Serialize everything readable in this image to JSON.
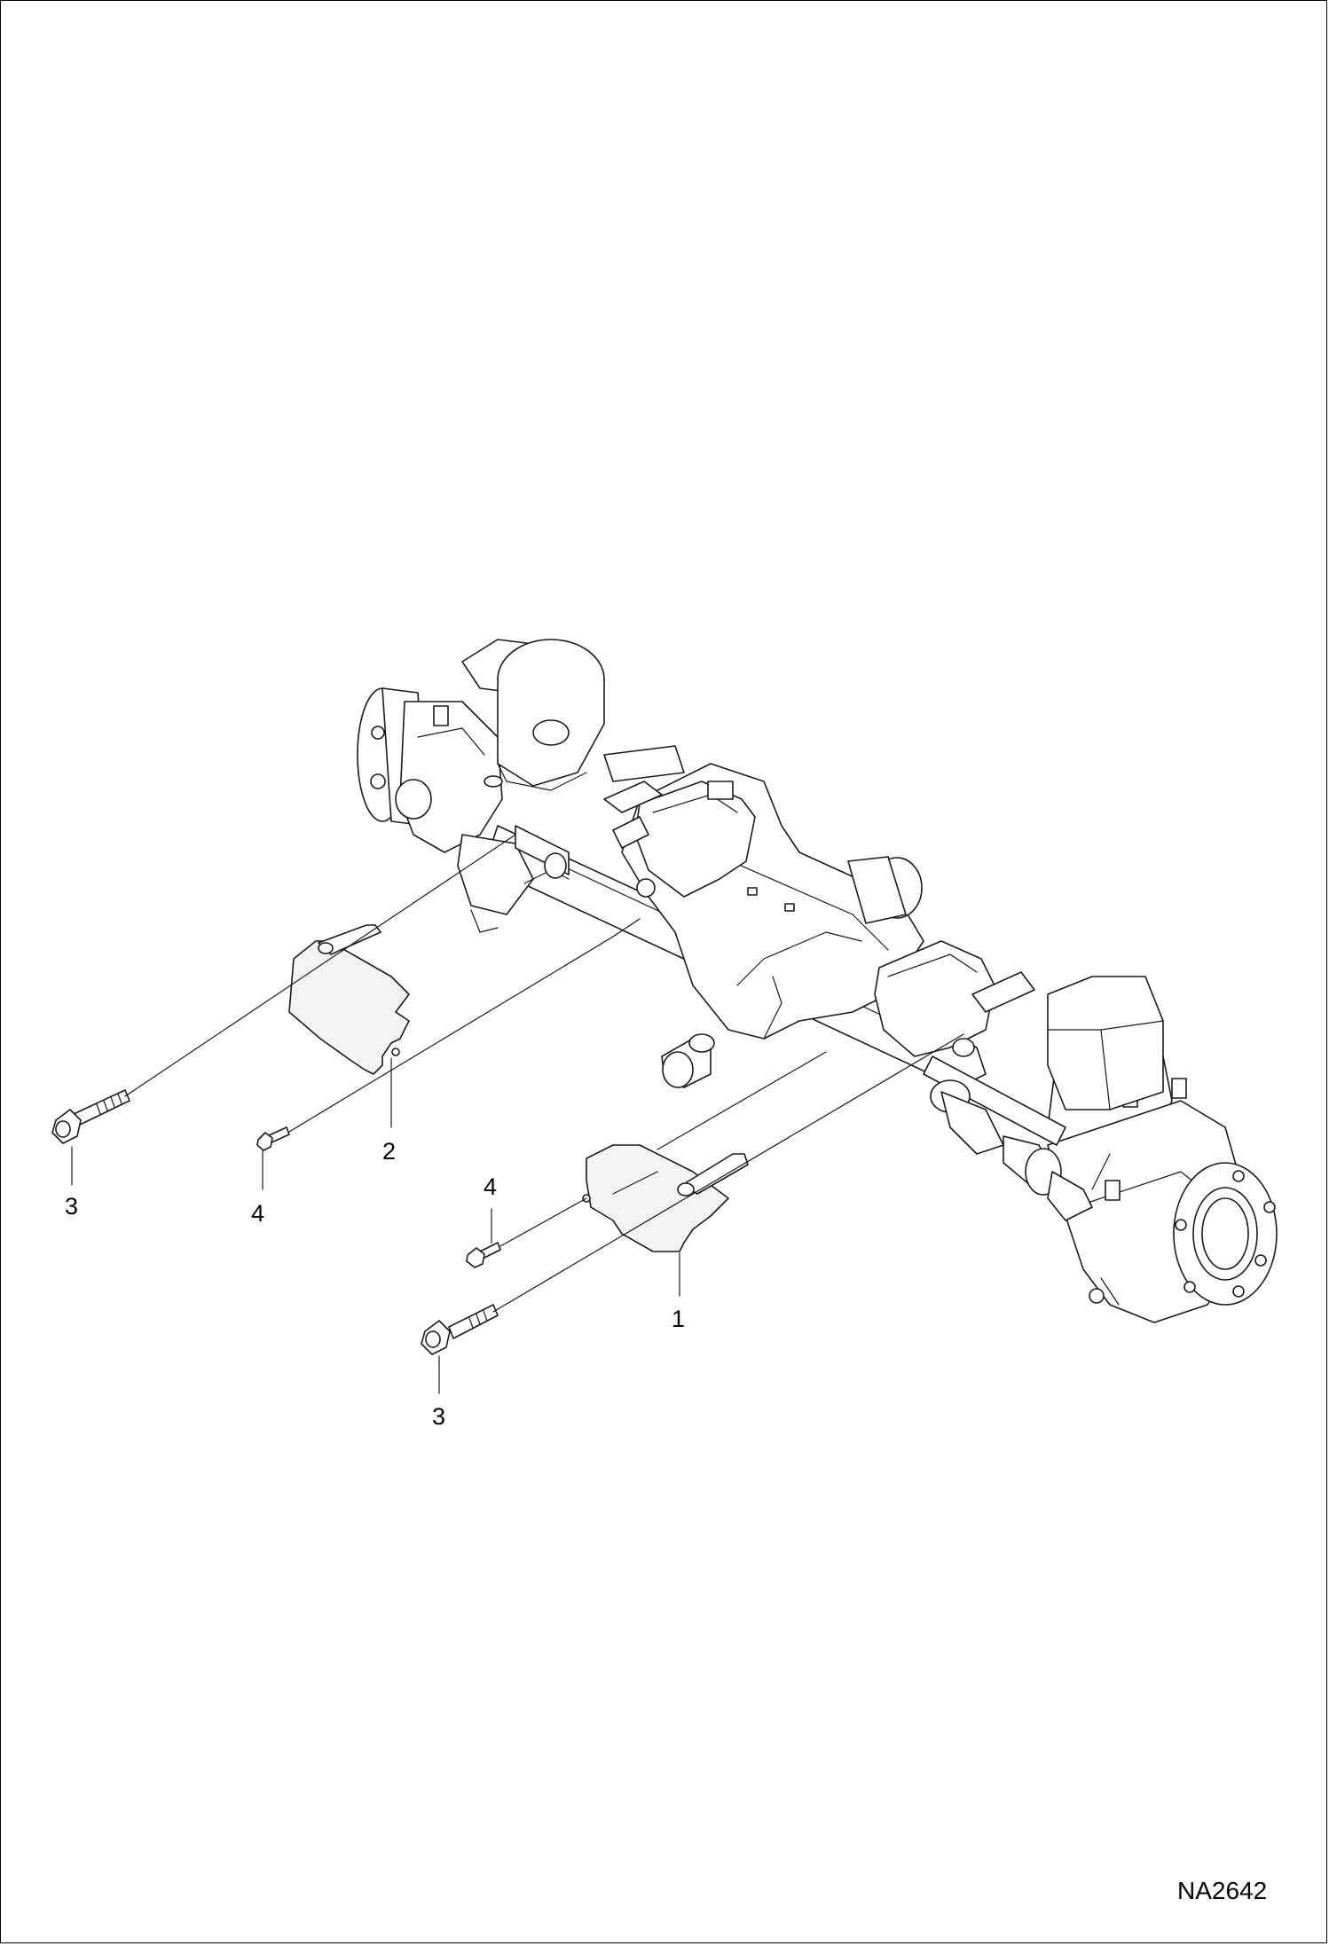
{
  "diagram": {
    "figure_id": "NA2642",
    "callouts": [
      {
        "id": "c-3-left",
        "label": "3"
      },
      {
        "id": "c-4-left",
        "label": "4"
      },
      {
        "id": "c-2",
        "label": "2"
      },
      {
        "id": "c-4-right",
        "label": "4"
      },
      {
        "id": "c-1",
        "label": "1"
      },
      {
        "id": "c-3-right",
        "label": "3"
      }
    ]
  }
}
